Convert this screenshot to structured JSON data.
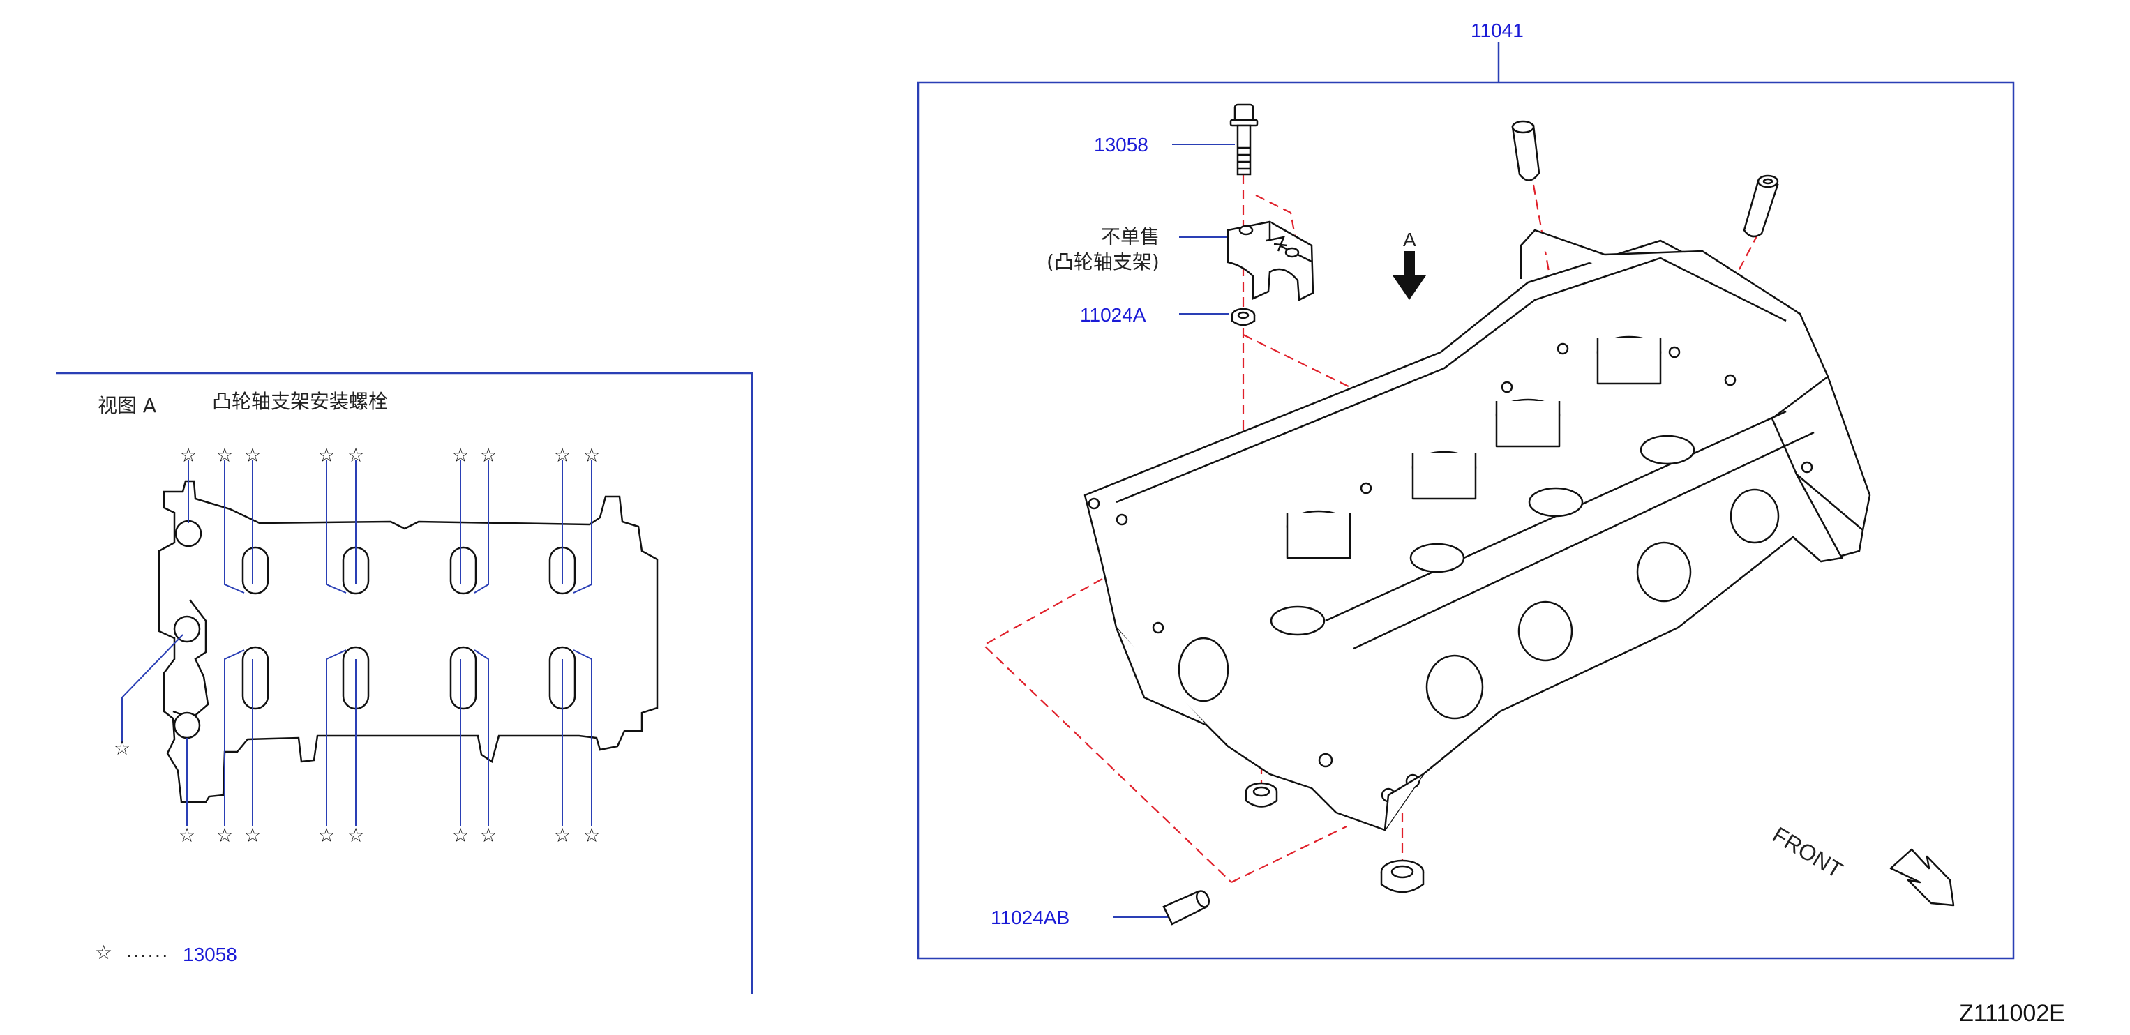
{
  "main_view": {
    "assembly_part_no": "11041",
    "callouts": {
      "bolt": "13058",
      "bracket_note_line1": "不单售",
      "bracket_note_line2": "(凸轮轴支架)",
      "ring": "11024A",
      "dowel": "11024AB"
    },
    "view_marker": "A",
    "front_label": "FRONT"
  },
  "view_a": {
    "title": "视图 A",
    "subtitle": "凸轮轴支架安装螺栓",
    "legend_symbol": "☆",
    "legend_dots": "······",
    "legend_part": "13058"
  },
  "diagram_code": "Z111002E",
  "colors": {
    "line": "#111111",
    "part_number": "#1a1ad6",
    "phantom": "#e0202a",
    "frame": "#2a3fb5"
  }
}
